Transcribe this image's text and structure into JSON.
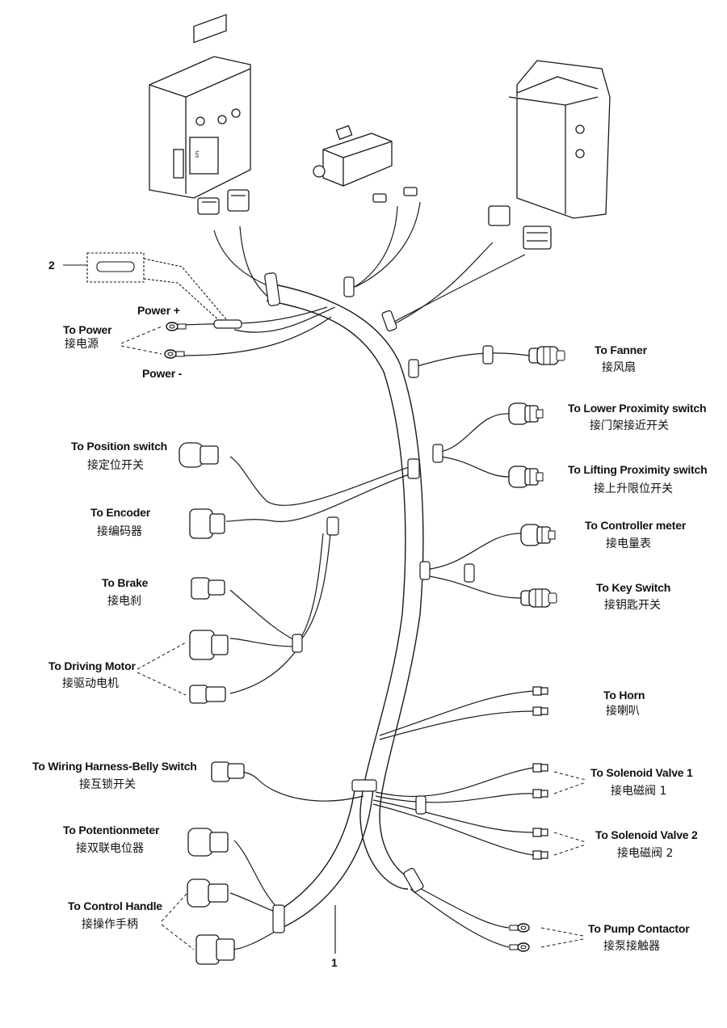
{
  "callouts": {
    "harness": "1",
    "fuse": "2"
  },
  "power": {
    "plus": "Power +",
    "minus": "Power -",
    "to_en": "To Power",
    "to_zh": "接电源"
  },
  "left": [
    {
      "en": "To Position switch",
      "zh": "接定位开关"
    },
    {
      "en": "To Encoder",
      "zh": "接编码器"
    },
    {
      "en": "To  Brake",
      "zh": "接电刹"
    },
    {
      "en": "To Driving Motor",
      "zh": "接驱动电机"
    },
    {
      "en": "To  Wiring Harness-Belly Switch",
      "zh": "接互锁开关"
    },
    {
      "en": "To Potentionmeter",
      "zh": "接双联电位器"
    },
    {
      "en": "To Control Handle",
      "zh": "接操作手柄"
    }
  ],
  "right": [
    {
      "en": "To  Fanner",
      "zh": "接风扇"
    },
    {
      "en": "To  Lower Proximity switch",
      "zh": "接门架接近开关"
    },
    {
      "en": "To  Lifting Proximity switch",
      "zh": "接上升限位开关"
    },
    {
      "en": "To Controller meter",
      "zh": "接电量表"
    },
    {
      "en": "To Key Switch",
      "zh": "接钥匙开关"
    },
    {
      "en": "To Horn",
      "zh": "接喇叭"
    },
    {
      "en": "To Solenoid Valve 1",
      "zh": "接电磁阀 1"
    },
    {
      "en": "To Solenoid Valve 2",
      "zh": "接电磁阀 2"
    },
    {
      "en": "To Pump Contactor",
      "zh": "接泵接触器"
    }
  ],
  "colors": {
    "line": "#1a1a1a",
    "background": "#ffffff"
  }
}
